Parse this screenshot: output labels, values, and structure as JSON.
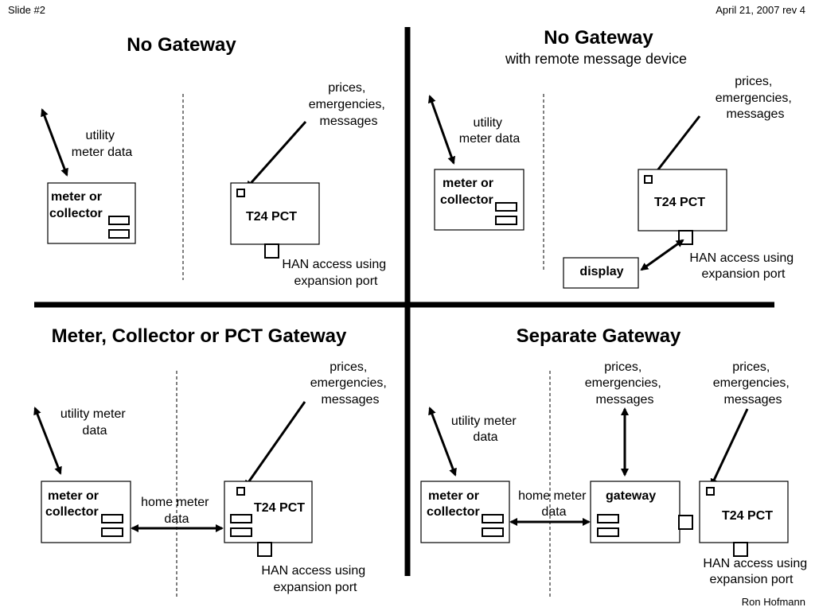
{
  "header": {
    "slide": "Slide #2",
    "date": "April 21, 2007 rev 4"
  },
  "footer": {
    "author": "Ron Hofmann"
  },
  "q1": {
    "title": "No Gateway",
    "utility": [
      "utility",
      "meter data"
    ],
    "meter": [
      "meter or",
      "collector"
    ],
    "prices": [
      "prices,",
      "emergencies,",
      "messages"
    ],
    "pct": "T24 PCT",
    "han": [
      "HAN access using",
      "expansion port"
    ]
  },
  "q2": {
    "title": "No Gateway",
    "subtitle": "with remote message device",
    "utility": [
      "utility",
      "meter data"
    ],
    "meter": [
      "meter or",
      "collector"
    ],
    "prices": [
      "prices,",
      "emergencies,",
      "messages"
    ],
    "pct": "T24 PCT",
    "display": "display",
    "han": [
      "HAN access using",
      "expansion port"
    ]
  },
  "q3": {
    "title": "Meter, Collector or PCT Gateway",
    "utility": [
      "utility meter",
      "data"
    ],
    "meter": [
      "meter or",
      "collector"
    ],
    "home": [
      "home meter",
      "data"
    ],
    "prices": [
      "prices,",
      "emergencies,",
      "messages"
    ],
    "pct": "T24 PCT",
    "han": [
      "HAN access using",
      "expansion port"
    ]
  },
  "q4": {
    "title": "Separate Gateway",
    "utility": [
      "utility meter",
      "data"
    ],
    "meter": [
      "meter or",
      "collector"
    ],
    "home": [
      "home meter",
      "data"
    ],
    "gateway": "gateway",
    "prices_gw": [
      "prices,",
      "emergencies,",
      "messages"
    ],
    "prices_pct": [
      "prices,",
      "emergencies,",
      "messages"
    ],
    "pct": "T24 PCT",
    "han": [
      "HAN access using",
      "expansion port"
    ]
  }
}
